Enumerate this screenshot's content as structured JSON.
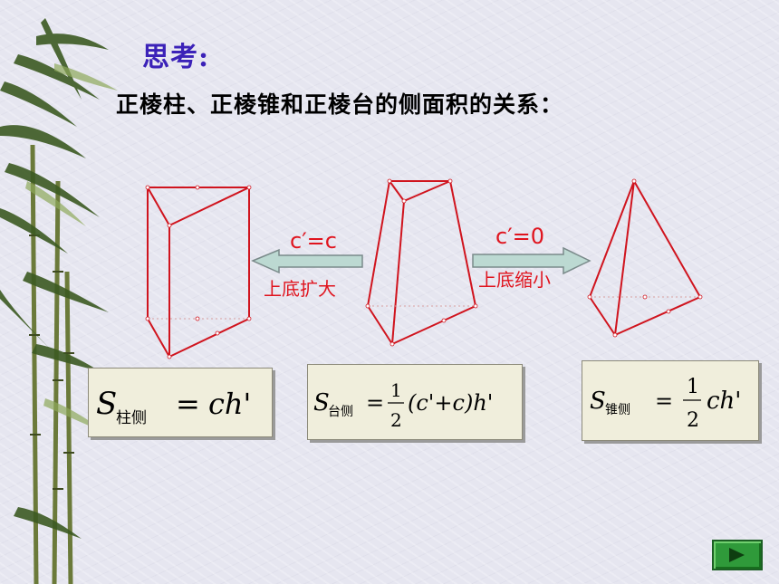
{
  "heading": {
    "title": "思考:",
    "question": "正棱柱、正棱锥和正棱台的侧面积的关系："
  },
  "arrows": {
    "left": {
      "condition": "c′=c",
      "label": "上底扩大"
    },
    "right": {
      "condition": "c′=0",
      "label": "上底缩小"
    }
  },
  "formulas": {
    "prism": {
      "S": "S",
      "sub": "柱侧",
      "eq": "=",
      "rhs": "ch'"
    },
    "frustum": {
      "S": "S",
      "sub": "台侧",
      "eq": "=",
      "num": "1",
      "den": "2",
      "rhs": "(c'+c)h'"
    },
    "pyramid": {
      "S": "S",
      "sub": "锥侧",
      "eq": "=",
      "num": "1",
      "den": "2",
      "rhs": "ch'"
    }
  },
  "colors": {
    "title": "#3b22b8",
    "shape_edges": "#d0141e",
    "labels": "#e0141e",
    "arrow": "#bcd9d2",
    "button": "#2f9a3a"
  },
  "nav": {
    "next_icon": "play-triangle-icon"
  }
}
